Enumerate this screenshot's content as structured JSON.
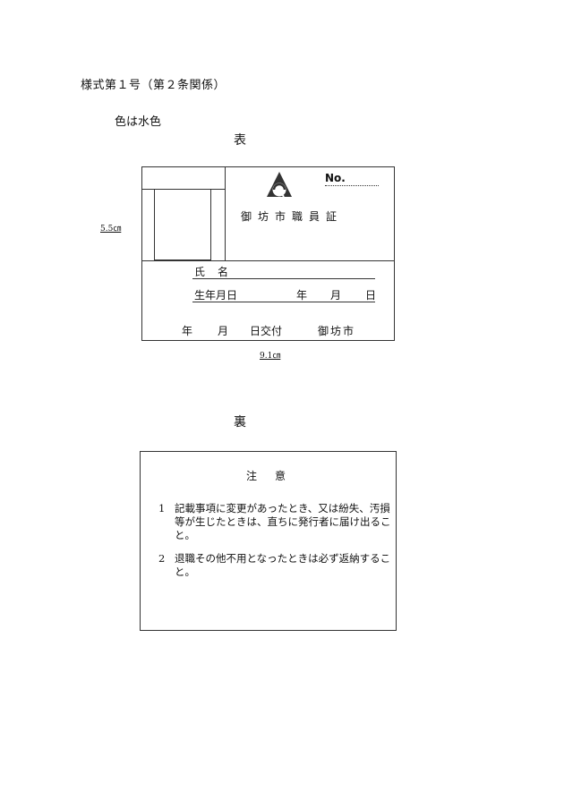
{
  "header": {
    "form_title": "様式第１号（第２条関係）",
    "color_note": "色は水色"
  },
  "front": {
    "heading": "表",
    "number_label": "No.",
    "card_title": "御坊市職員証",
    "name_label": "氏名",
    "birth_label": "生年月日",
    "year_label": "年",
    "month_label": "月",
    "day_label": "日",
    "issue_year_label": "年",
    "issue_month_label": "月",
    "issue_day_label": "日交付",
    "issuer": "御坊市",
    "height_dimension": "5.5㎝",
    "width_dimension": "9.1㎝",
    "emblem_icon": "city-emblem-icon"
  },
  "back": {
    "heading": "裏",
    "notice_title": "注意",
    "items": [
      {
        "number": "1",
        "text": "記載事項に変更があったとき、又は紛失、汚損等が生じたときは、直ちに発行者に届け出ること。"
      },
      {
        "number": "2",
        "text": "退職その他不用となったときは必ず返納すること。"
      }
    ]
  }
}
